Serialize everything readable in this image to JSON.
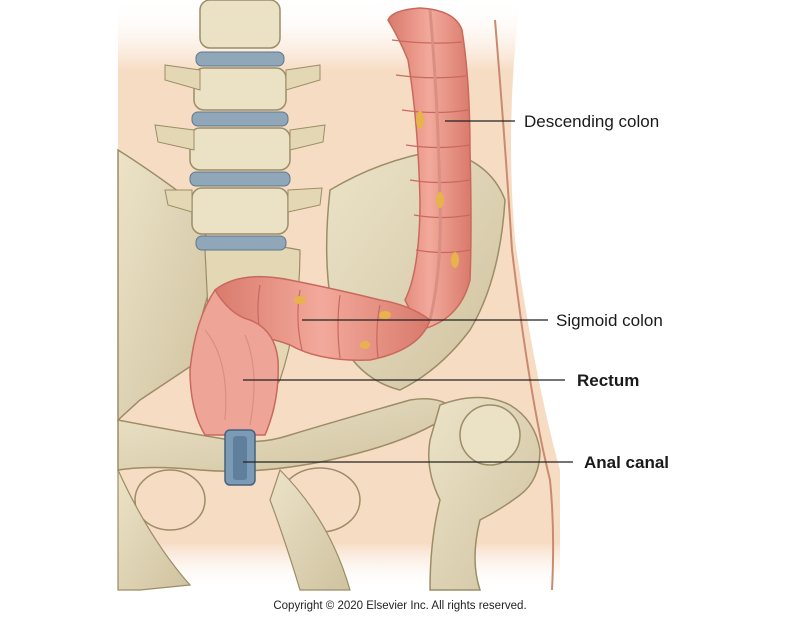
{
  "labels": {
    "descending_colon": "Descending colon",
    "sigmoid_colon": "Sigmoid colon",
    "rectum": "Rectum",
    "anal_canal": "Anal canal"
  },
  "copyright": "Copyright © 2020 Elsevier Inc. All rights reserved.",
  "colors": {
    "skin": "#f7dcc4",
    "bone": "#e6dcbf",
    "bone_shadow": "#b9ab86",
    "disc": "#8fa7b8",
    "colon": "#ee9d8f",
    "colon_dark": "#c9695d",
    "fat": "#e8b34a"
  }
}
